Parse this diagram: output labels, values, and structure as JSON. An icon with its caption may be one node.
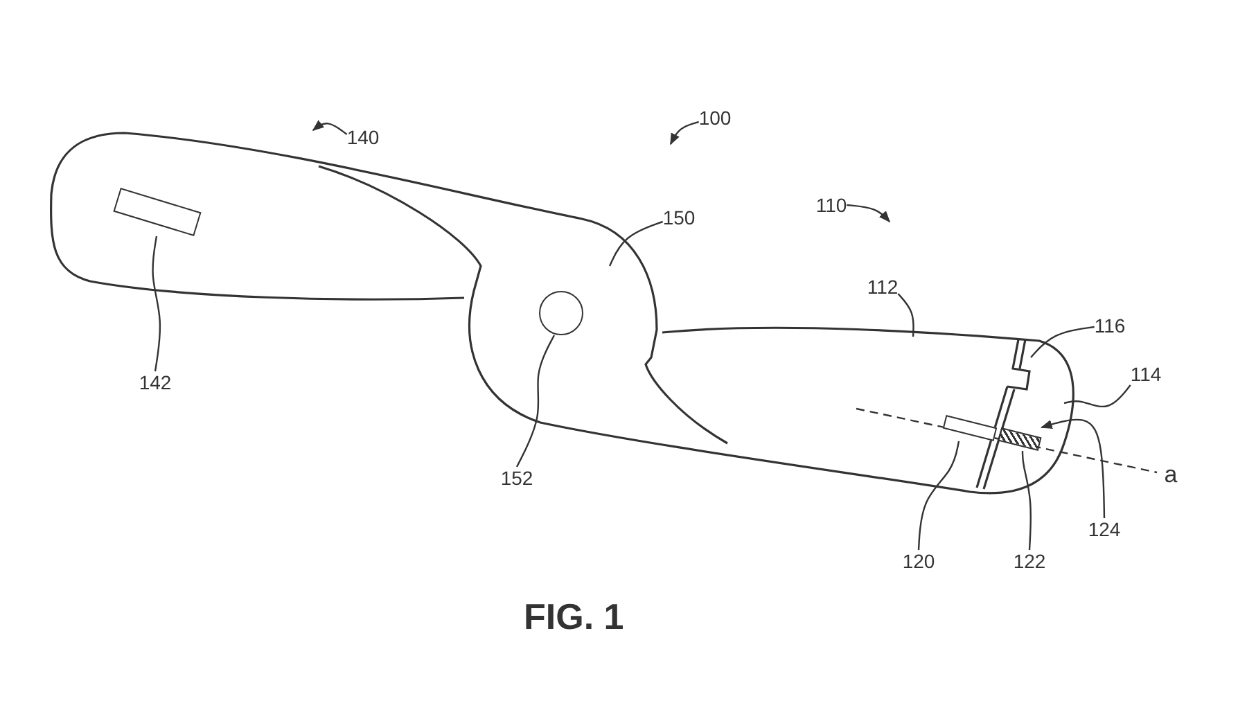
{
  "diagram": {
    "caption": "FIG. 1",
    "nodes": [
      {
        "text": [
          "100"
        ]
      },
      {
        "text": [
          "140"
        ]
      },
      {
        "text": [
          "110"
        ]
      },
      {
        "text": [
          "150"
        ]
      },
      {
        "text": [
          "112"
        ]
      },
      {
        "text": [
          "116"
        ]
      },
      {
        "text": [
          "114"
        ]
      },
      {
        "text": [
          "142"
        ]
      },
      {
        "text": [
          "152"
        ]
      },
      {
        "text": [
          "124"
        ]
      },
      {
        "text": [
          "120"
        ]
      },
      {
        "text": [
          "122"
        ]
      },
      {
        "text": [],
        "shape": "box"
      },
      {
        "text": [],
        "shape": "circle"
      },
      {
        "text": [],
        "shape": "box"
      },
      {
        "text": [],
        "shape": "bar"
      }
    ],
    "edges": [
      {
        "from": 0,
        "to": null,
        "arrow": "to"
      },
      {
        "from": 1,
        "to": null,
        "arrow": "to"
      },
      {
        "from": 2,
        "to": null,
        "arrow": "to"
      },
      {
        "from": 3,
        "to": null,
        "arrow": "none"
      },
      {
        "from": 4,
        "to": null,
        "arrow": "none"
      },
      {
        "from": 5,
        "to": null,
        "arrow": "none"
      },
      {
        "from": 6,
        "to": null,
        "arrow": "none"
      },
      {
        "from": 7,
        "to": 12,
        "arrow": "none"
      },
      {
        "from": 8,
        "to": 13,
        "arrow": "none"
      },
      {
        "from": 9,
        "to": 15,
        "arrow": "to"
      },
      {
        "from": 10,
        "to": 14,
        "arrow": "none"
      },
      {
        "from": 11,
        "to": 15,
        "arrow": "none"
      }
    ],
    "labels": [
      "a"
    ]
  }
}
